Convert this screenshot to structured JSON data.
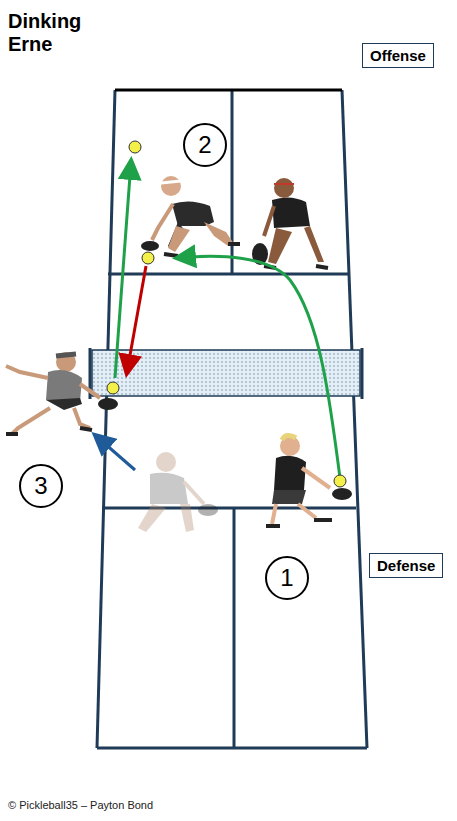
{
  "diagram": {
    "title": "Dinking Erne",
    "nodes": [
      {
        "text": [
          "Offense"
        ]
      },
      {
        "text": [
          "2"
        ]
      },
      {
        "text": [
          "3"
        ]
      },
      {
        "text": [
          "1"
        ]
      },
      {
        "text": [
          "Defense"
        ]
      }
    ],
    "labels": [
      "© Pickleball35 – Payton Bond"
    ]
  }
}
